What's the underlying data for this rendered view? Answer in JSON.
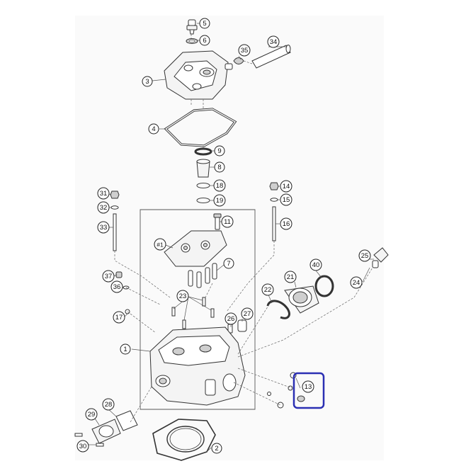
{
  "highlight_color": "#2b2fb3",
  "callouts": {
    "c1": "1",
    "c2": "2",
    "c3": "3",
    "c4": "4",
    "c5": "5",
    "c6": "6",
    "c7": "7",
    "c8": "8",
    "c9": "9",
    "c11": "11",
    "c13": "13",
    "c14": "14",
    "c15": "15",
    "c16": "16",
    "c17": "17",
    "c18": "18",
    "c19": "19",
    "c21": "21",
    "c22": "22",
    "c23": "23",
    "c24": "24",
    "c25": "25",
    "c26": "26",
    "c27": "27",
    "c28": "28",
    "c29": "29",
    "c30": "30",
    "c31": "31",
    "c32": "32",
    "c33": "33",
    "c34": "34",
    "c35": "35",
    "c36": "36",
    "c37": "37",
    "c40": "40",
    "cref1": "#1"
  }
}
